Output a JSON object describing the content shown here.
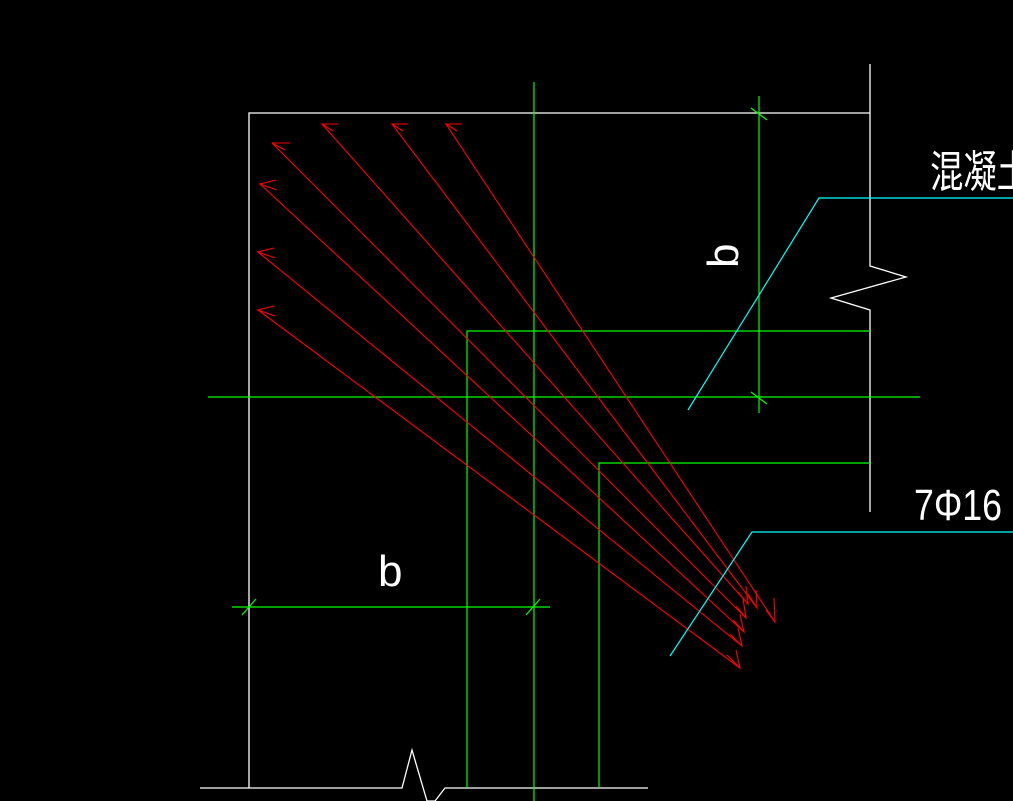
{
  "labels": {
    "material_label": "混凝土",
    "rebar_label": "7Φ16",
    "dim_b_horizontal": "b",
    "dim_b_vertical": "b"
  },
  "colors": {
    "background": "#000000",
    "outline": "#ffffff",
    "grid": "#00ff00",
    "rebar": "#ff0000",
    "leader": "#00ffff",
    "text": "#ffffff"
  }
}
